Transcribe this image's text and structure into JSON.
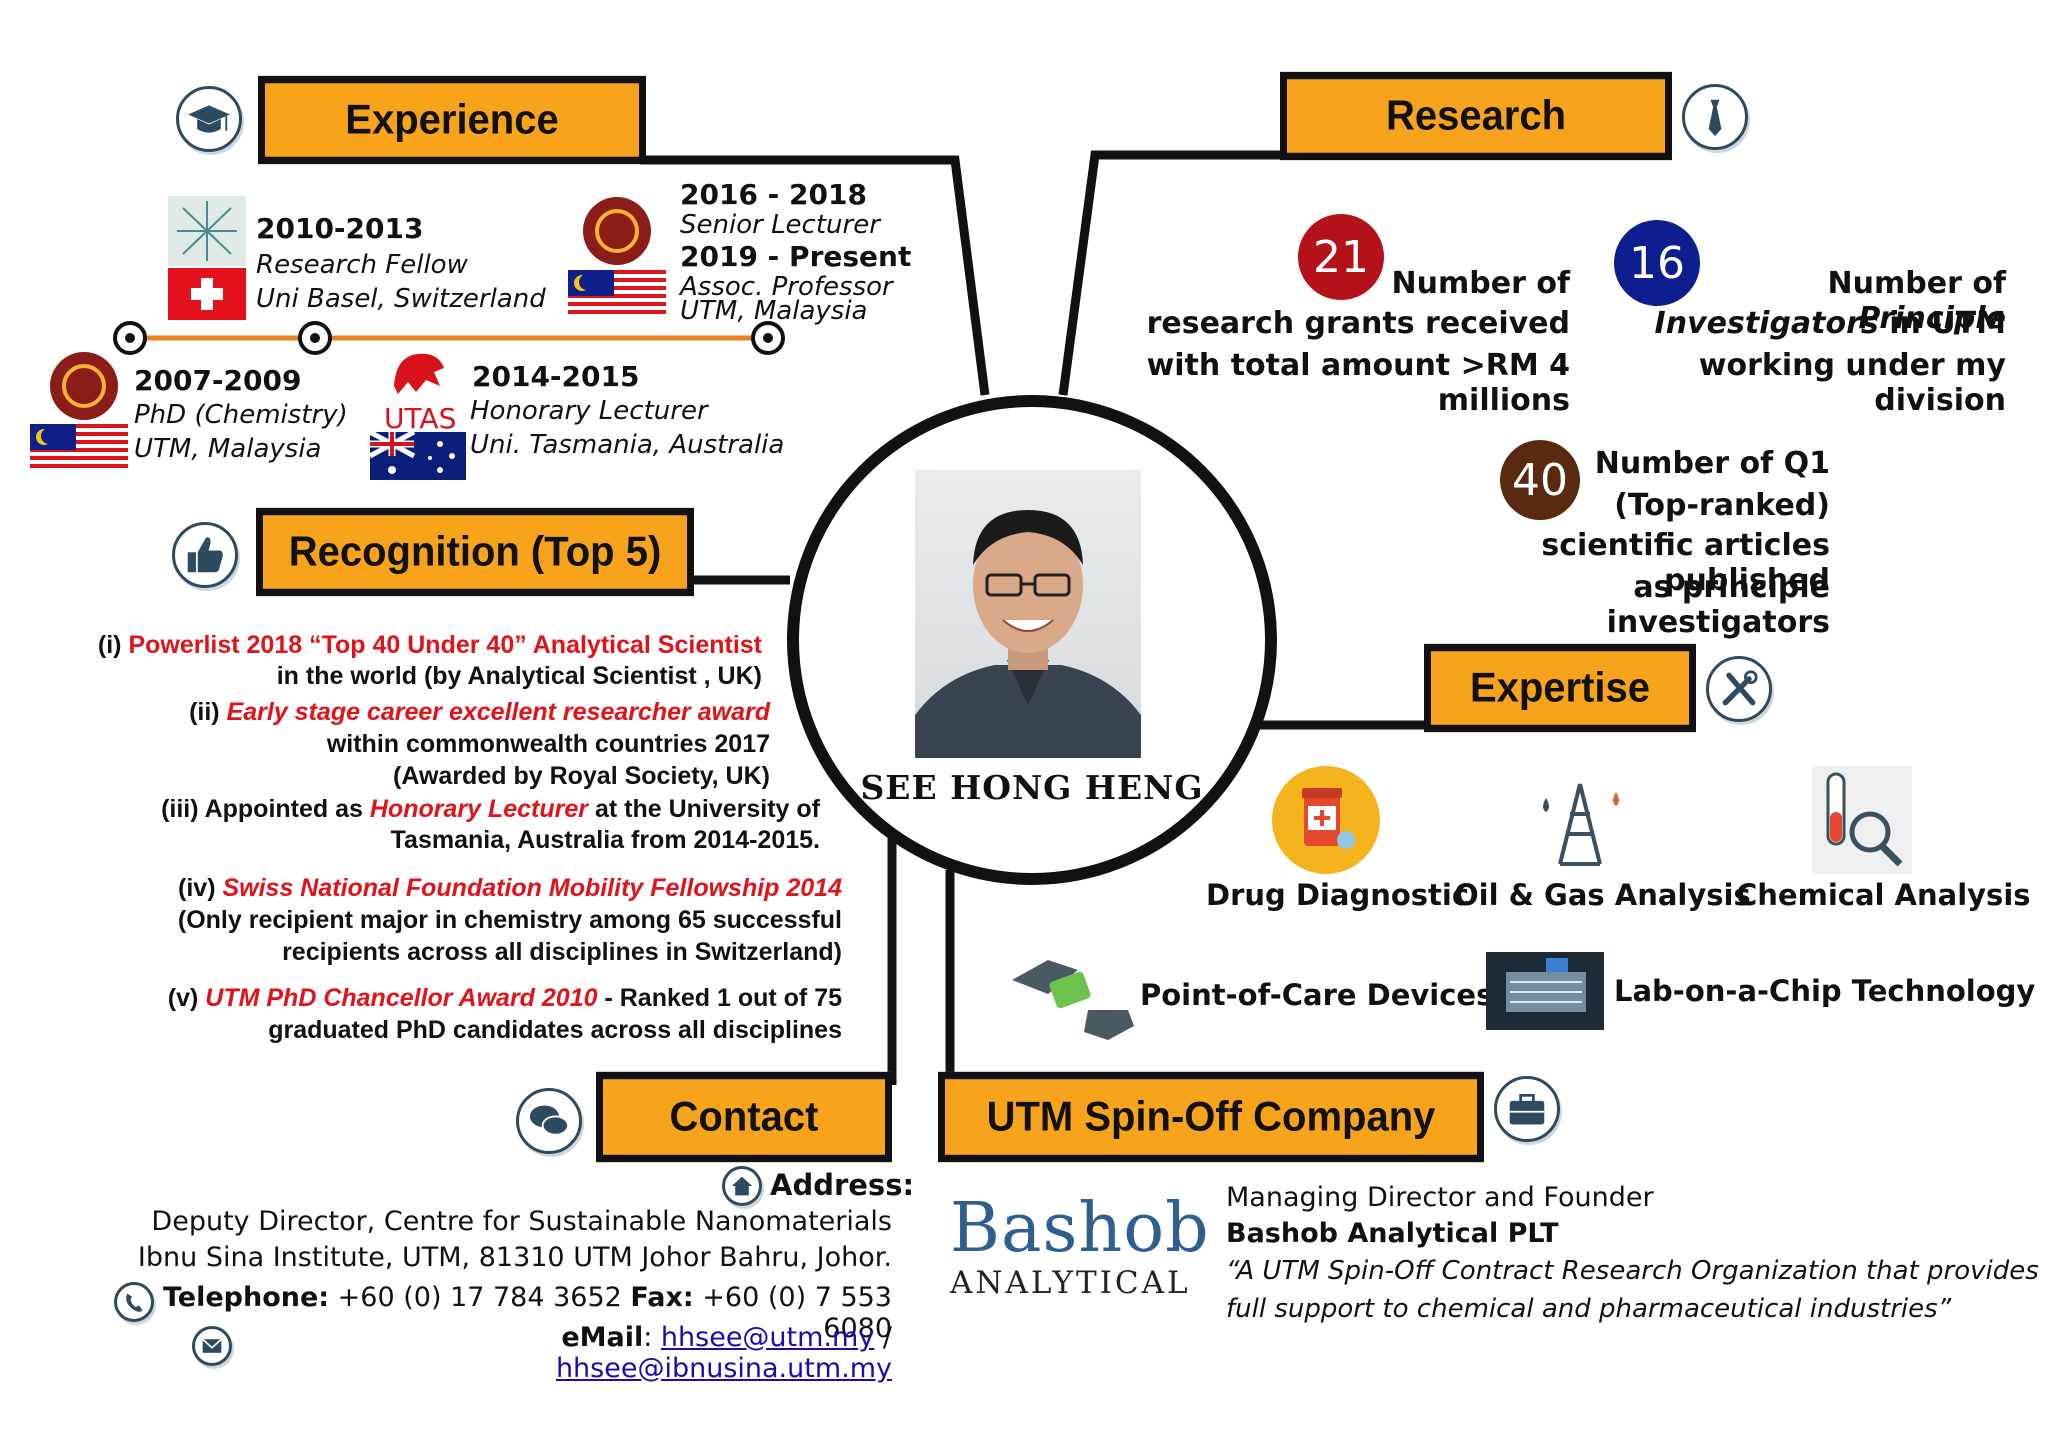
{
  "headers": {
    "experience": "Experience",
    "research": "Research",
    "recognition": "Recognition (Top 5)",
    "expertise": "Expertise",
    "contact": "Contact",
    "spinoff": "UTM Spin-Off Company"
  },
  "center": {
    "name": "SEE HONG HENG"
  },
  "experience": [
    {
      "years": "2007-2009",
      "role": "PhD (Chemistry)",
      "place": "UTM, Malaysia"
    },
    {
      "years": "2010-2013",
      "role": "Research Fellow",
      "place": "Uni Basel, Switzerland"
    },
    {
      "years": "2014-2015",
      "role": "Honorary Lecturer",
      "place": "Uni. Tasmania, Australia"
    },
    {
      "years": "2016 - 2018",
      "role": "Senior Lecturer",
      "years2": "2019 - Present",
      "role2": "Assoc. Professor",
      "place": "UTM, Malaysia"
    }
  ],
  "utas_label": "UTAS",
  "research": [
    {
      "value": "21",
      "color": "#b3121b",
      "line1": "Number of",
      "line2": "research grants received",
      "line3": "with total amount >RM 4 millions"
    },
    {
      "value": "16",
      "color": "#0f1e8f",
      "line1_plain": "Number of ",
      "line1_it": "Principle",
      "line2_it": "Investigators",
      "line2_plain": " in UTM",
      "line3": "working under my division"
    },
    {
      "value": "40",
      "color": "#5a2a10",
      "line1": "Number of Q1",
      "line2": "(Top-ranked)",
      "line3": "scientific articles published",
      "line4": "as principle investigators"
    }
  ],
  "recognition": [
    {
      "num": "(i) ",
      "red": "Powerlist 2018 “Top 40 Under 40” Analytical Scientist",
      "rest": "in the world (by Analytical Scientist , UK)"
    },
    {
      "num": "(ii) ",
      "red": "Early stage career excellent researcher award",
      "rest": "within commonwealth countries 2017",
      "rest2": "(Awarded by Royal Society, UK)"
    },
    {
      "num": "(iii) Appointed as ",
      "red": "Honorary Lecturer",
      "after": " at the University of",
      "rest": "Tasmania, Australia from 2014-2015."
    },
    {
      "num": "(iv) ",
      "red": "Swiss National Foundation Mobility Fellowship 2014",
      "rest": "(Only recipient major in chemistry among 65 successful",
      "rest2": "recipients across all disciplines in Switzerland)"
    },
    {
      "num": "(v) ",
      "red": "UTM PhD Chancellor Award 2010",
      "after": " - Ranked 1 out of 75",
      "rest": "graduated PhD candidates across all disciplines"
    }
  ],
  "expertise": {
    "items": [
      "Drug Diagnostic",
      "Oil & Gas Analysis",
      "Chemical Analysis",
      "Point-of-Care Devices",
      "Lab-on-a-Chip Technology"
    ]
  },
  "contact": {
    "address_label": "Address:",
    "address1": "Deputy Director, Centre for Sustainable Nanomaterials",
    "address2": "Ibnu Sina Institute, UTM, 81310 UTM Johor Bahru, Johor.",
    "tel_label": "Telephone:",
    "tel": " +60 (0) 17 784 3652 ",
    "fax_label": "Fax:",
    "fax": " +60 (0) 7 553 6080",
    "email_label": "eMail",
    "email1": "hhsee@utm.my",
    "sep": " / ",
    "email2": "hhsee@ibnusina.utm.my"
  },
  "spinoff": {
    "logo_top": "Bashob",
    "logo_bottom": "ANALYTICAL",
    "role": "Managing Director and Founder",
    "company": "Bashob Analytical PLT",
    "quote1": "“A UTM Spin-Off Contract Research Organization that provides",
    "quote2": "full support to chemical and pharmaceutical industries”"
  },
  "colors": {
    "accent": "#f7a31c",
    "red": "#e0131b",
    "icon": "#2d4a5f"
  },
  "icons": [
    "graduation-cap-icon",
    "necktie-icon",
    "thumbs-up-icon",
    "tools-icon",
    "chat-bubbles-icon",
    "briefcase-icon",
    "home-icon",
    "phone-icon",
    "envelope-icon"
  ]
}
